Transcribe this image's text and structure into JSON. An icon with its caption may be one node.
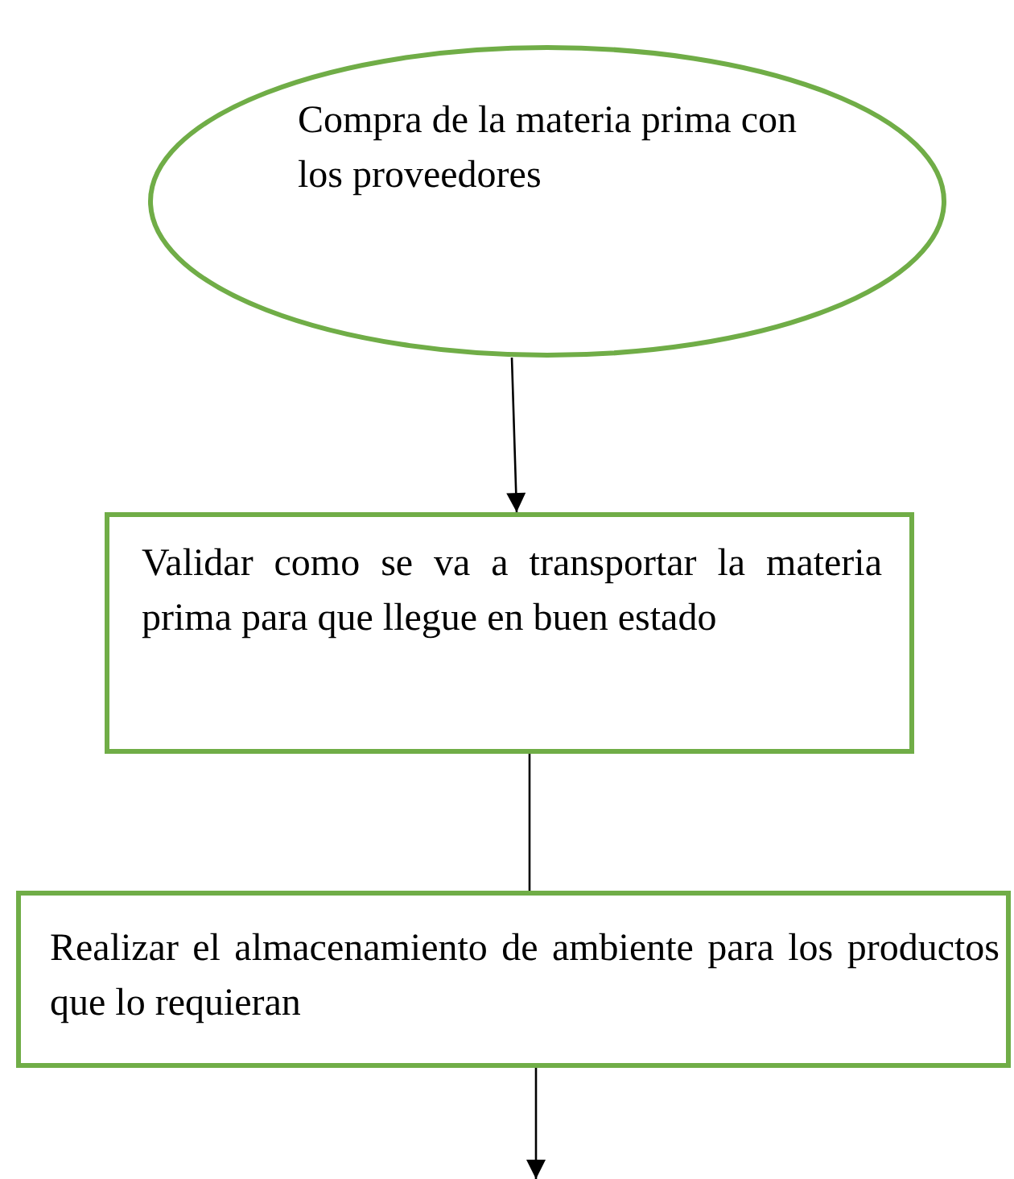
{
  "diagram": {
    "nodes": [
      {
        "text": [
          "Compra de la materia prima con los proveedores"
        ]
      },
      {
        "text": [
          "Validar como se va a transportar la materia prima para que llegue en buen estado"
        ]
      },
      {
        "text": [
          "Realizar el almacenamiento de ambiente para los productos que lo requieran"
        ]
      }
    ],
    "edges": [
      {
        "from": 0,
        "to": 1,
        "arrow": "to"
      },
      {
        "from": 1,
        "to": 2,
        "arrow": "none"
      },
      {
        "from": 2,
        "to": null,
        "arrow": "to"
      }
    ]
  }
}
